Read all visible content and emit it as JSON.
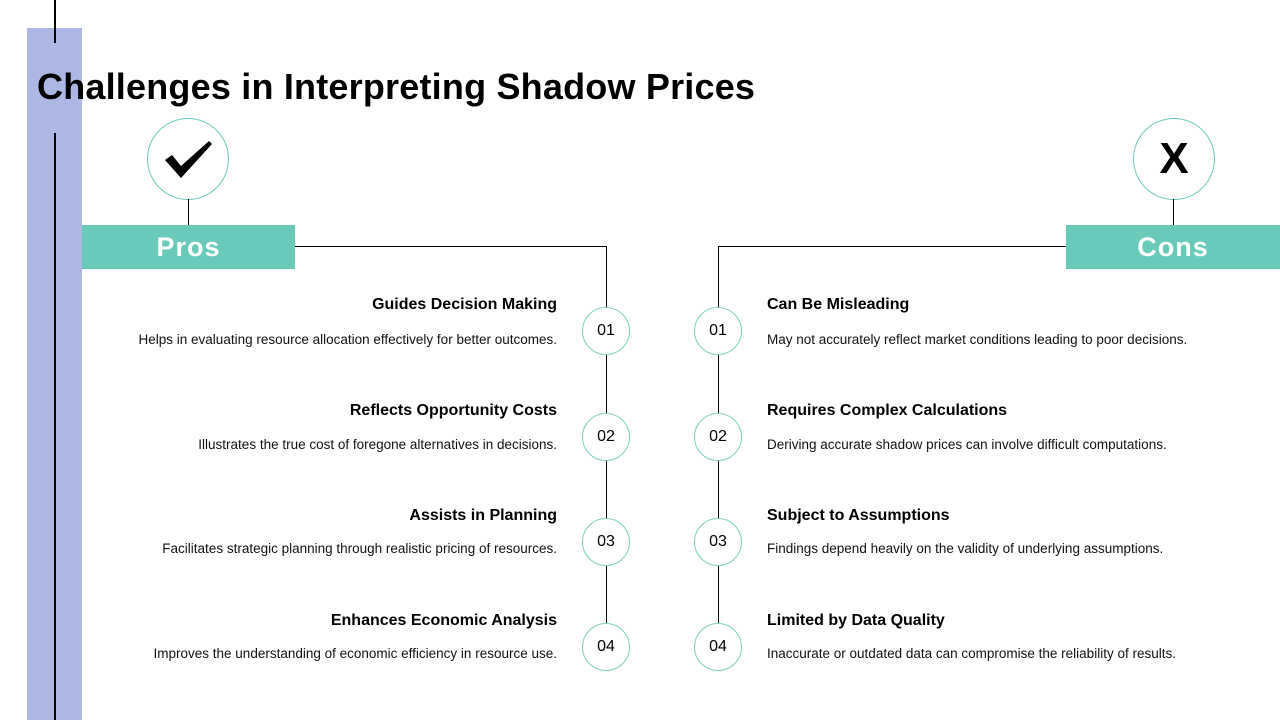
{
  "slide": {
    "title": "Challenges in Interpreting Shadow Prices",
    "colors": {
      "accent_teal": "#69cab9",
      "side_bar": "#adb7e3",
      "circle_border": "#7ccfc0"
    }
  },
  "pros": {
    "icon": "checkmark-icon",
    "label": "Pros",
    "items": [
      {
        "number": "01",
        "title": "Guides Decision Making",
        "description": "Helps in evaluating resource allocation effectively for better outcomes."
      },
      {
        "number": "02",
        "title": "Reflects Opportunity Costs",
        "description": "Illustrates the true cost of foregone alternatives in decisions."
      },
      {
        "number": "03",
        "title": "Assists in Planning",
        "description": "Facilitates strategic planning through realistic pricing of resources."
      },
      {
        "number": "04",
        "title": "Enhances Economic Analysis",
        "description": "Improves the understanding of economic efficiency in resource use."
      }
    ]
  },
  "cons": {
    "icon": "x-icon",
    "icon_glyph": "X",
    "label": "Cons",
    "items": [
      {
        "number": "01",
        "title": "Can Be Misleading",
        "description": "May not accurately reflect market conditions leading to poor decisions."
      },
      {
        "number": "02",
        "title": "Requires Complex Calculations",
        "description": "Deriving accurate shadow prices can involve difficult computations."
      },
      {
        "number": "03",
        "title": "Subject to Assumptions",
        "description": "Findings depend heavily on the validity of underlying assumptions."
      },
      {
        "number": "04",
        "title": "Limited by Data Quality",
        "description": "Inaccurate or outdated data can compromise the reliability of results."
      }
    ]
  }
}
